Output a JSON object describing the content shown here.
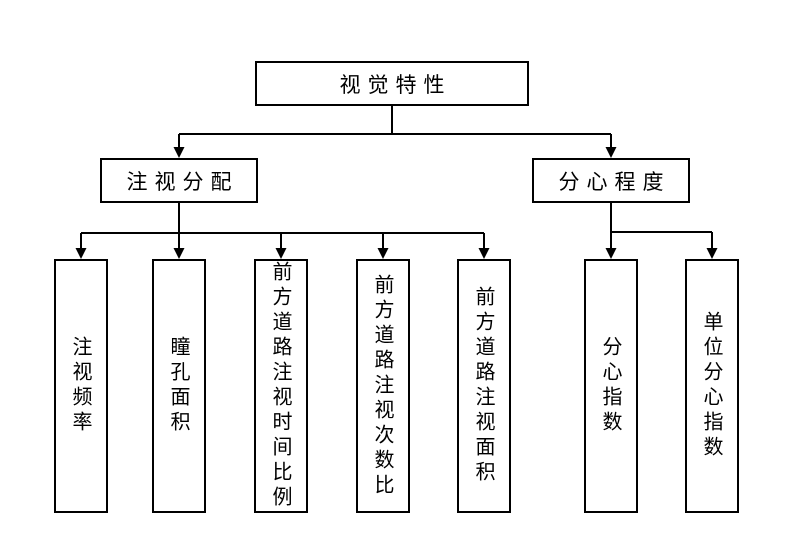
{
  "page": {
    "background_color": "#ffffff"
  },
  "diagram": {
    "type": "tree",
    "orientation": "top-down",
    "line_color": "#000000",
    "box_border_color": "#000000",
    "box_fill_color": "#ffffff",
    "text_color": "#000000",
    "root": {
      "label": "视觉特性"
    },
    "branches": [
      {
        "label": "注视分配",
        "children": [
          {
            "label": "注视频率"
          },
          {
            "label": "瞳孔面积"
          },
          {
            "label": "前方道路注视时间比例"
          },
          {
            "label": "前方道路注视次数比"
          },
          {
            "label": "前方道路注视面积"
          }
        ]
      },
      {
        "label": "分心程度",
        "children": [
          {
            "label": "分心指数"
          },
          {
            "label": "单位分心指数"
          }
        ]
      }
    ]
  }
}
